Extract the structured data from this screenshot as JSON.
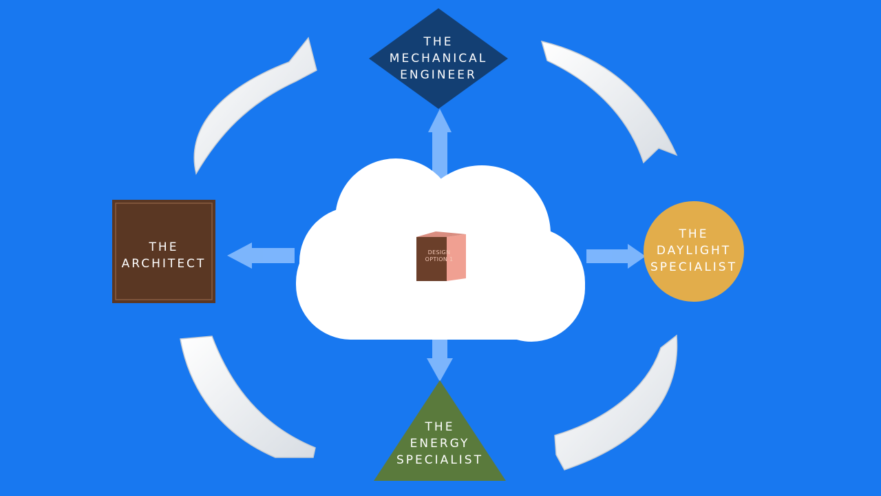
{
  "nodes": {
    "mechanical_engineer": {
      "lines": [
        "THE",
        "MECHANICAL",
        "ENGINEER"
      ],
      "color": "#133f73"
    },
    "architect": {
      "lines": [
        "THE",
        "ARCHITECT"
      ],
      "color": "#5a3723"
    },
    "daylight_specialist": {
      "lines": [
        "THE",
        "DAYLIGHT",
        "SPECIALIST"
      ],
      "color": "#e2ad4b"
    },
    "energy_specialist": {
      "lines": [
        "THE",
        "ENERGY",
        "SPECIALIST"
      ],
      "color": "#5a7a3c"
    }
  },
  "center": {
    "lines": [
      "DESIGN",
      "OPTION 1"
    ],
    "cube_color": "#f0a092"
  },
  "colors": {
    "background": "#1878f0",
    "cloud": "#ffffff",
    "cycle_arrow": "#f4f4f4",
    "connector_arrow": "#8ec0ff"
  }
}
